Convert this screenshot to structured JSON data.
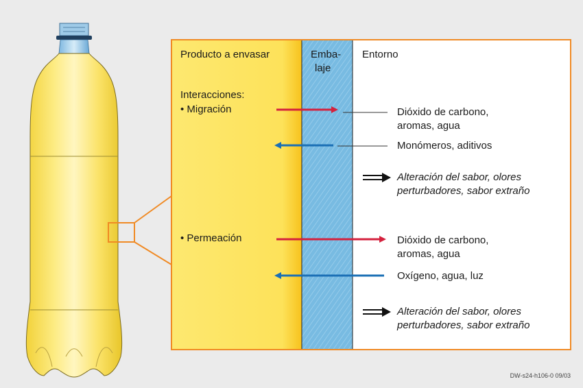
{
  "columns": {
    "product": "Producto a envasar",
    "packaging_line1": "Emba-",
    "packaging_line2": "laje",
    "environment": "Entorno"
  },
  "interactions_heading": "Interacciones:",
  "migration": {
    "label": "• Migración",
    "out_line1": "Dióxido de carbono,",
    "out_line2": "aromas, agua",
    "in_text": "Monómeros, aditivos",
    "result_line1": "Alteración del sabor, olores",
    "result_line2": "perturbadores, sabor extraño"
  },
  "permeation": {
    "label": "• Permeación",
    "out_line1": "Dióxido de carbono,",
    "out_line2": "aromas, agua",
    "in_text": "Oxígeno, agua, luz",
    "result_line1": "Alteración del sabor, olores",
    "result_line2": "perturbadores, sabor extraño"
  },
  "footer_code": "DW-s24-h106-0 09/03",
  "colors": {
    "background": "#ebebeb",
    "frame_orange": "#f08a24",
    "product_yellow": "#fde870",
    "packaging_blue": "#6fb6df",
    "out_arrow_red": "#d4213d",
    "in_arrow_blue": "#1a6fb5",
    "result_arrow_black": "#111111"
  },
  "icons": [
    "pet-bottle-icon",
    "right-arrow-icon",
    "left-arrow-icon",
    "double-arrow-icon"
  ]
}
